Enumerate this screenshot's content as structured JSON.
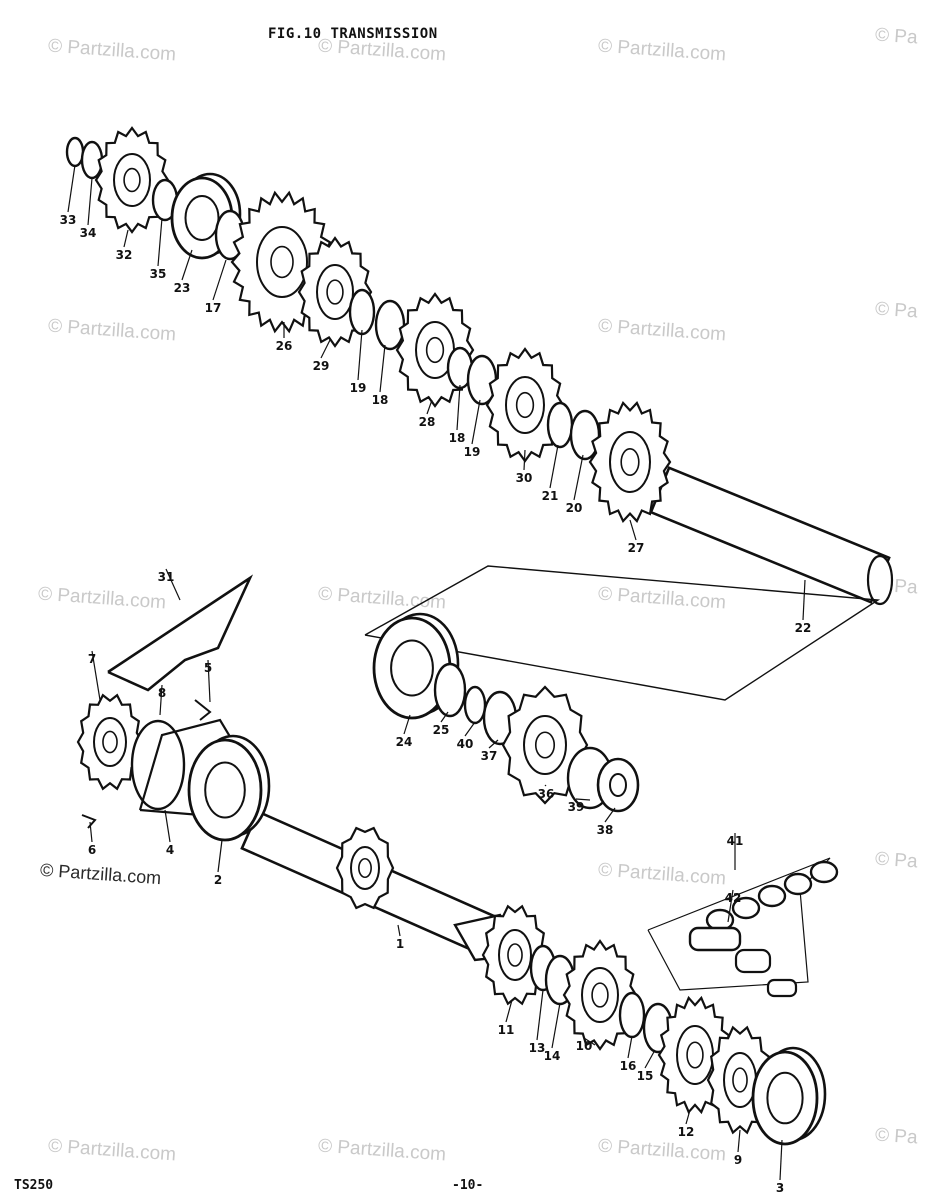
{
  "figure": {
    "title": "FIG.10   TRANSMISSION",
    "model": "TS250",
    "page": "-10-"
  },
  "watermark": {
    "text": "© Partzilla.com",
    "clipped_text": "© Pa"
  },
  "callouts": [
    "33",
    "34",
    "32",
    "35",
    "23",
    "17",
    "26",
    "29",
    "19",
    "18",
    "28",
    "18",
    "19",
    "30",
    "21",
    "20",
    "27",
    "22",
    "31",
    "5",
    "8",
    "7",
    "6",
    "4",
    "2",
    "24",
    "25",
    "40",
    "37",
    "36",
    "39",
    "38",
    "41",
    "42",
    "1",
    "11",
    "13",
    "14",
    "10",
    "16",
    "15",
    "12",
    "9",
    "3"
  ],
  "colors": {
    "ink": "#111111",
    "watermark": "#c9c9c9",
    "background": "#ffffff"
  }
}
